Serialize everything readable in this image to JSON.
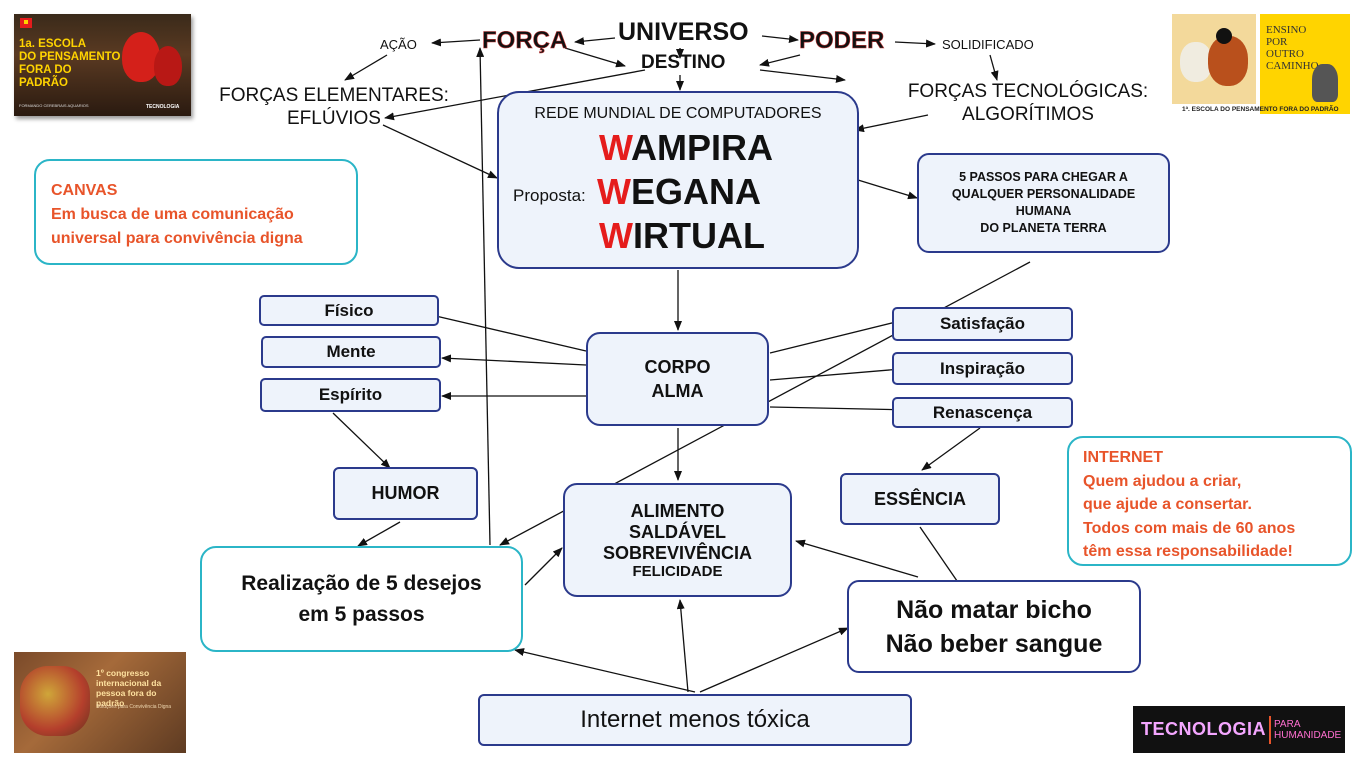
{
  "top": {
    "universo": "UNIVERSO",
    "destino": "DESTINO",
    "forca": "FORÇA",
    "poder": "PODER",
    "acao": "AÇÃO",
    "solidificado": "SOLIDIFICADO",
    "forcas_elementares": [
      "FORÇAS ELEMENTARES:",
      "EFLÚVIOS"
    ],
    "forcas_tecnologicas": [
      "FORÇAS TECNOLÓGICAS:",
      "ALGORÍTIMOS"
    ]
  },
  "rede": {
    "title": "REDE MUNDIAL DE COMPUTADORES",
    "proposta": "Proposta:",
    "w": "W",
    "words": [
      "AMPIRA",
      "EGANA",
      "IRTUAL"
    ],
    "w_color": "#e51c1c"
  },
  "cinco_passos": [
    "5 PASSOS PARA CHEGAR A",
    "QUALQUER PERSONALIDADE",
    "HUMANA",
    "DO PLANETA TERRA"
  ],
  "canvas": {
    "title": "CANVAS",
    "lines": [
      "Em busca de uma comunicação",
      "universal para convivência digna"
    ]
  },
  "internet_note": {
    "title": "INTERNET",
    "lines": [
      "Quem ajudou a criar,",
      "que ajude a consertar.",
      "Todos com mais de 60 anos",
      "têm essa responsabilidade!"
    ]
  },
  "left_boxes": {
    "fisico": "Físico",
    "mente": "Mente",
    "espirito": "Espírito"
  },
  "right_boxes": {
    "satisfacao": "Satisfação",
    "inspiracao": "Inspiração",
    "renascenca": "Renascença"
  },
  "corpo_alma": [
    "CORPO",
    "ALMA"
  ],
  "humor": "HUMOR",
  "essencia": "ESSÊNCIA",
  "alimento": [
    "ALIMENTO",
    "SALDÁVEL",
    "SOBREVIVÊNCIA",
    "FELICIDADE"
  ],
  "realizacao": [
    "Realização de 5 desejos",
    "em 5 passos"
  ],
  "nao_matar": [
    "Não matar bicho",
    "Não beber sangue"
  ],
  "internet_menos": "Internet menos tóxica",
  "logo_topleft": {
    "lines": [
      "1a. ESCOLA",
      "DO PENSAMENTO",
      "FORA DO",
      "PADRÃO"
    ],
    "small": "FORMANDO CEREBRAIS AQUARIOS",
    "tag": "TECNOLOGIA"
  },
  "logo_topright": {
    "book": [
      "ENSINO",
      "POR",
      "OUTRO",
      "CAMINHO"
    ],
    "caption": "1ª. ESCOLA DO PENSAMENTO FORA DO PADRÃO"
  },
  "logo_bottomleft": {
    "lines": [
      "1º congresso",
      "internacional da",
      "pessoa fora do padrão"
    ],
    "sub": "Soluções para Convivência Digna"
  },
  "logo_bottomright": {
    "main": "TECNOLOGIA",
    "side": [
      "PARA",
      "HUMANIDADE"
    ]
  },
  "colors": {
    "accent_orange": "#e8542a",
    "box_border": "#2b3a8c",
    "teal": "#2bb5c7",
    "box_fill": "#eef3fb"
  }
}
